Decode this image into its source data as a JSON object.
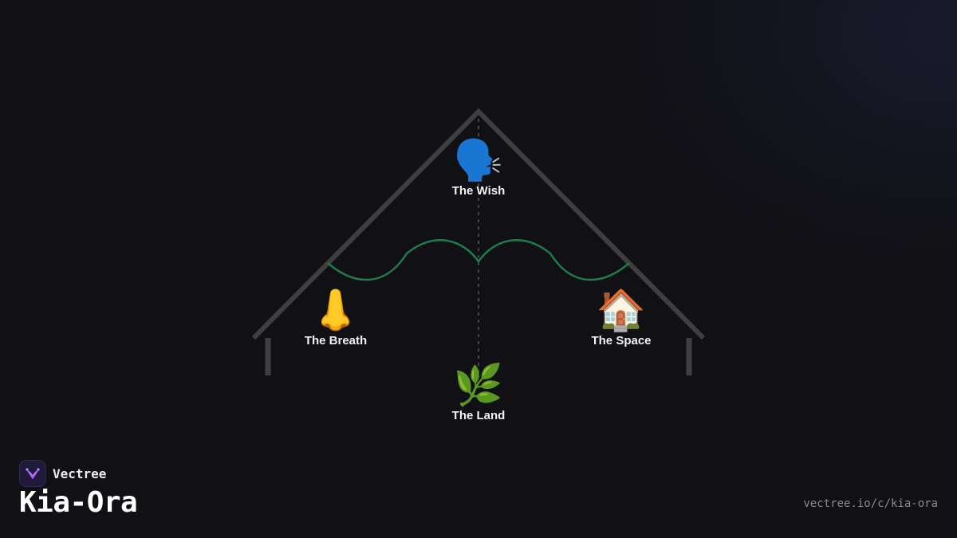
{
  "diagram": {
    "nodes": {
      "wish": {
        "emoji": "🗣️",
        "label": "The Wish"
      },
      "breath": {
        "emoji": "👃",
        "label": "The Breath"
      },
      "space": {
        "emoji": "🏠",
        "label": "The Space"
      },
      "land": {
        "emoji": "🌿",
        "label": "The Land"
      }
    }
  },
  "brand": {
    "name": "Vectree",
    "logo_icon": "vectree-logo-icon",
    "accent": "#a855f7"
  },
  "page": {
    "title": "Kia-Ora",
    "url": "vectree.io/c/kia-ora"
  },
  "colors": {
    "background": "#111115",
    "roof": "#3f3f3f",
    "wave": "#1f7a4d",
    "center_line": "#555555",
    "label": "#f2f2f2",
    "url": "#8a8a8a"
  }
}
